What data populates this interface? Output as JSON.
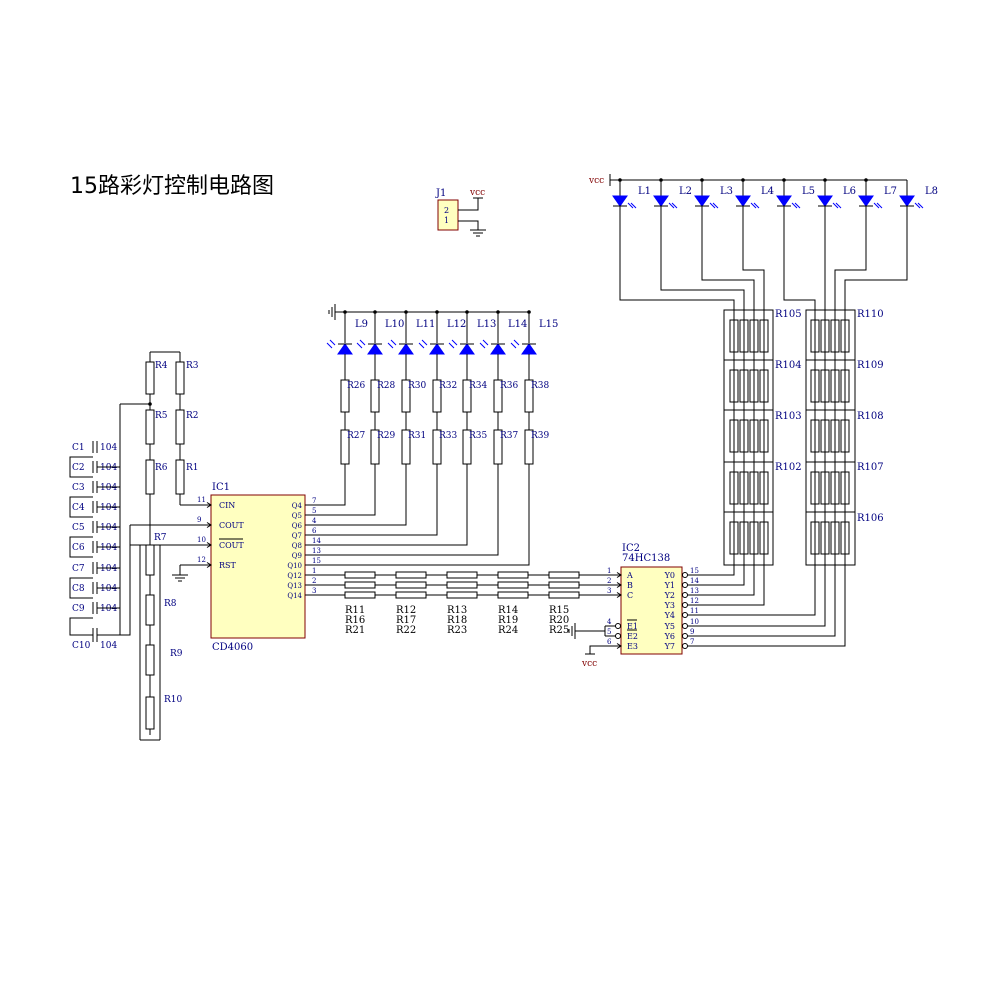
{
  "title": "15路彩灯控制电路图",
  "colors": {
    "wire": "#000000",
    "label": "#000080",
    "body": "#ffffc0",
    "led": "#0000ff",
    "power": "#800000"
  },
  "j1": {
    "ref": "J1",
    "pins": [
      "2",
      "1"
    ],
    "vcc": "vcc"
  },
  "ic1": {
    "ref": "IC1",
    "part": "CD4060",
    "left_pins": [
      {
        "num": "11",
        "name": "CIN",
        "bar": false
      },
      {
        "num": "9",
        "name": "COUT",
        "bar": false
      },
      {
        "num": "10",
        "name": "COUT",
        "bar": true
      },
      {
        "num": "12",
        "name": "RST",
        "bar": false
      }
    ],
    "right_pins": [
      {
        "name": "Q4",
        "num": "7"
      },
      {
        "name": "Q5",
        "num": "5"
      },
      {
        "name": "Q6",
        "num": "4"
      },
      {
        "name": "Q7",
        "num": "6"
      },
      {
        "name": "Q8",
        "num": "14"
      },
      {
        "name": "Q9",
        "num": "13"
      },
      {
        "name": "Q10",
        "num": "15"
      },
      {
        "name": "Q12",
        "num": "1"
      },
      {
        "name": "Q13",
        "num": "2"
      },
      {
        "name": "Q14",
        "num": "3"
      }
    ]
  },
  "ic2": {
    "ref": "IC2",
    "part": "74HC138",
    "left_pins": [
      {
        "num": "1",
        "name": "A",
        "bar": false
      },
      {
        "num": "2",
        "name": "B",
        "bar": false
      },
      {
        "num": "3",
        "name": "C",
        "bar": false
      },
      {
        "num": "4",
        "name": "E1",
        "bar": true
      },
      {
        "num": "5",
        "name": "E2",
        "bar": true
      },
      {
        "num": "6",
        "name": "E3",
        "bar": false
      }
    ],
    "right_pins": [
      {
        "name": "Y0",
        "num": "15"
      },
      {
        "name": "Y1",
        "num": "14"
      },
      {
        "name": "Y2",
        "num": "13"
      },
      {
        "name": "Y3",
        "num": "12"
      },
      {
        "name": "Y4",
        "num": "11"
      },
      {
        "name": "Y5",
        "num": "10"
      },
      {
        "name": "Y6",
        "num": "9"
      },
      {
        "name": "Y7",
        "num": "7"
      }
    ],
    "vcc": "vcc"
  },
  "caps": [
    {
      "ref": "C1",
      "val": "104"
    },
    {
      "ref": "C2",
      "val": "104"
    },
    {
      "ref": "C3",
      "val": "104"
    },
    {
      "ref": "C4",
      "val": "104"
    },
    {
      "ref": "C5",
      "val": "104"
    },
    {
      "ref": "C6",
      "val": "104"
    },
    {
      "ref": "C7",
      "val": "104"
    },
    {
      "ref": "C8",
      "val": "104"
    },
    {
      "ref": "C9",
      "val": "104"
    },
    {
      "ref": "C10",
      "val": "104"
    }
  ],
  "osc_resistors": [
    "R4",
    "R3",
    "R5",
    "R2",
    "R6",
    "R1"
  ],
  "chain_resistors": [
    "R7",
    "R8",
    "R9",
    "R10"
  ],
  "led_resistors_top": [
    "R26",
    "R28",
    "R30",
    "R32",
    "R34",
    "R36",
    "R38"
  ],
  "led_resistors_bottom": [
    "R27",
    "R29",
    "R31",
    "R33",
    "R35",
    "R37",
    "R39"
  ],
  "leds_mid": [
    "L9",
    "L10",
    "L11",
    "L12",
    "L13",
    "L14",
    "L15"
  ],
  "leds_top": [
    "L1",
    "L2",
    "L3",
    "L4",
    "L5",
    "L6",
    "L7",
    "L8"
  ],
  "leds_top_vcc": "vcc",
  "series_resistor_cols": [
    [
      "R11",
      "R16",
      "R21"
    ],
    [
      "R12",
      "R17",
      "R22"
    ],
    [
      "R13",
      "R18",
      "R23"
    ],
    [
      "R14",
      "R19",
      "R24"
    ],
    [
      "R15",
      "R20",
      "R25"
    ]
  ],
  "bank_left_labels": [
    "R105",
    "R104",
    "R103",
    "R102"
  ],
  "bank_right_labels": [
    "R110",
    "R109",
    "R108",
    "R107",
    "R106"
  ]
}
